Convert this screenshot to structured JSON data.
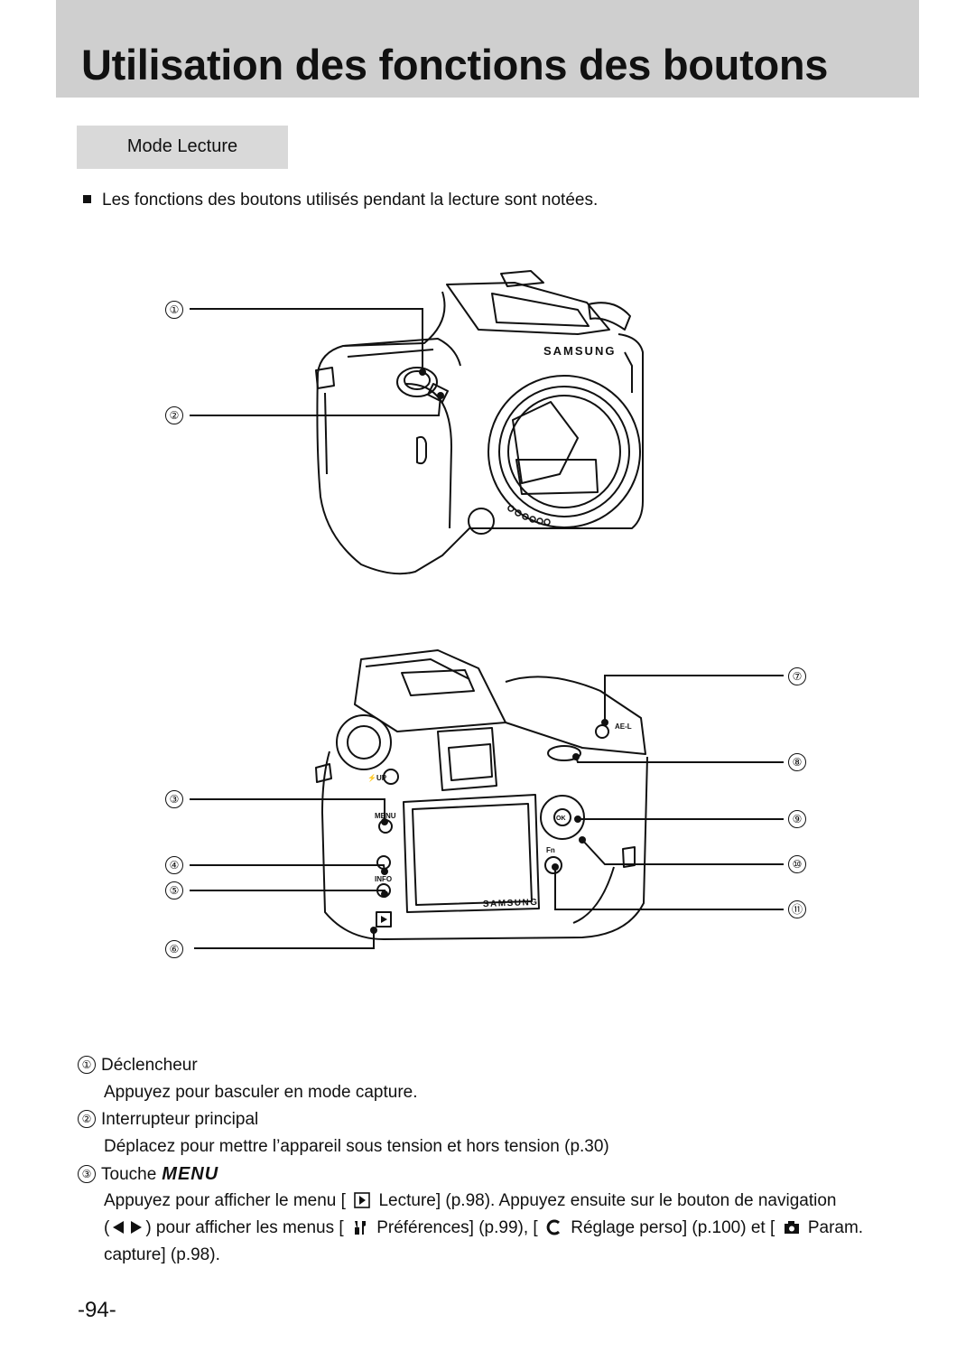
{
  "header": {
    "title": "Utilisation des fonctions des boutons"
  },
  "section": {
    "label": "Mode Lecture"
  },
  "intro": "Les fonctions des boutons utilisés pendant la lecture sont notées.",
  "callouts": {
    "n1": "①",
    "n2": "②",
    "n3": "③",
    "n4": "④",
    "n5": "⑤",
    "n6": "⑥",
    "n7": "⑦",
    "n8": "⑧",
    "n9": "⑨",
    "n10": "⑩",
    "n11": "⑪"
  },
  "camera_labels": {
    "brand_front": "SAMSUNG",
    "brand_back": "SAMSUNG",
    "ael": "AE-L",
    "menu_btn": "MENU",
    "info_btn": "INFO",
    "fn_btn": "Fn",
    "ok_btn": "OK",
    "up_btn": "⚡UP"
  },
  "descriptions": {
    "item1_title": "Déclencheur",
    "item1_text": "Appuyez pour basculer en mode capture.",
    "item2_title": "Interrupteur principal",
    "item2_text": "Déplacez pour mettre l’appareil sous tension et hors tension (p.30)",
    "item3_title": "Touche",
    "item3_key": "MENU",
    "item3_line1_a": "Appuyez pour afficher le menu [",
    "item3_line1_b": "Lecture] (p.98). Appuyez ensuite sur le bouton de navigation",
    "item3_line2_a": "(",
    "item3_line2_b": ") pour afficher les menus [",
    "item3_line2_c": "Préférences] (p.99), [",
    "item3_line2_d": "Réglage perso] (p.100) et [",
    "item3_line2_e": "Param.",
    "item3_line3": "capture] (p.98)."
  },
  "icons": [
    "play-icon",
    "nav-left-right-icon",
    "wrench-icon",
    "custom-c-icon",
    "camera-icon"
  ],
  "footer": {
    "page_number": "-94-"
  }
}
